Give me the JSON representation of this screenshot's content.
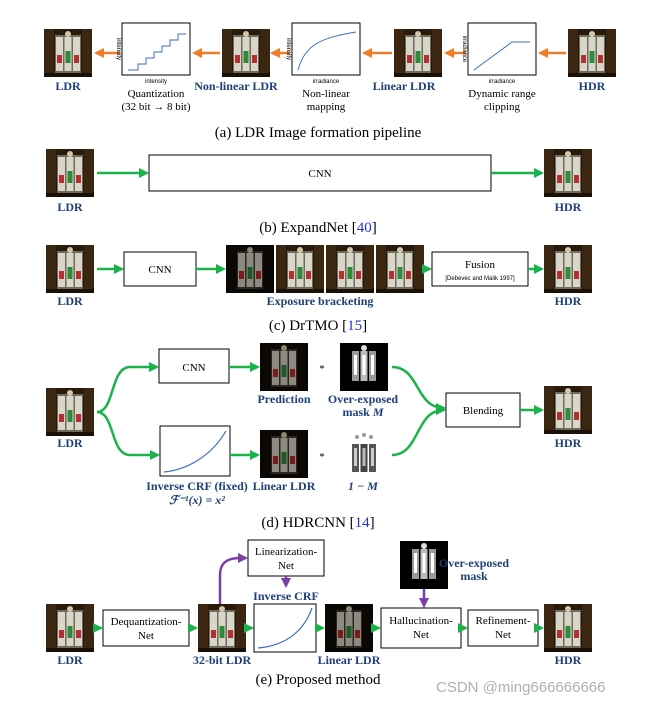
{
  "colors": {
    "label_blue": "#1f3f7a",
    "green_arrow": "#19b34a",
    "orange_arrow": "#f07c2c",
    "purple_arrow": "#7b3fa3",
    "curve_blue": "#3b6fc4",
    "ref_blue": "#2233cc"
  },
  "a": {
    "ldr": "LDR",
    "quant_axis": "intensity",
    "quant_xaxis": "intensity",
    "quant_label1": "Quantization",
    "quant_label2": "(32 bit → 8 bit)",
    "nonlinear_ldr": "Non-linear LDR",
    "map_axis": "intensity",
    "map_xaxis": "irradiance",
    "map_label1": "Non-linear",
    "map_label2": "mapping",
    "linear_ldr": "Linear LDR",
    "clip_axis": "irradiance",
    "clip_xaxis": "irradiance",
    "clip_label1": "Dynamic range",
    "clip_label2": "clipping",
    "hdr": "HDR",
    "caption": "(a) LDR Image formation pipeline"
  },
  "b": {
    "ldr": "LDR",
    "cnn": "CNN",
    "hdr": "HDR",
    "caption_pre": "(b) ExpandNet [",
    "caption_ref": "40",
    "caption_post": "]"
  },
  "c": {
    "ldr": "LDR",
    "cnn": "CNN",
    "bracketing": "Exposure bracketing",
    "fusion": "Fusion",
    "fusion_ref": "[Debevec and Malik 1997]",
    "hdr": "HDR",
    "caption_pre": "(c) DrTMO [",
    "caption_ref": "15",
    "caption_post": "]"
  },
  "d": {
    "ldr": "LDR",
    "cnn": "CNN",
    "prediction": "Prediction",
    "mask1": "Over-exposed",
    "mask2": "mask ",
    "mask_var": "M",
    "times1": "*",
    "times2": "*",
    "blending": "Blending",
    "hdr": "HDR",
    "crf1": "Inverse CRF (fixed)",
    "crf2": "ℱ⁻¹(x) = x²",
    "linear_ldr": "Linear LDR",
    "one_minus": "1 − M",
    "caption_pre": "(d) HDRCNN [",
    "caption_ref": "14",
    "caption_post": "]"
  },
  "e": {
    "ldr": "LDR",
    "deq1": "Dequantization-",
    "deq2": "Net",
    "lin1": "Linearization-",
    "lin2": "Net",
    "inverse_crf": "Inverse CRF",
    "bit32": "32-bit LDR",
    "linear_ldr": "Linear LDR",
    "mask1": "Over-exposed",
    "mask2": "mask",
    "hall1": "Hallucination-",
    "hall2": "Net",
    "ref1": "Refinement-",
    "ref2": "Net",
    "hdr": "HDR",
    "caption": "(e) Proposed method"
  },
  "watermark": "CSDN @ming666666666"
}
